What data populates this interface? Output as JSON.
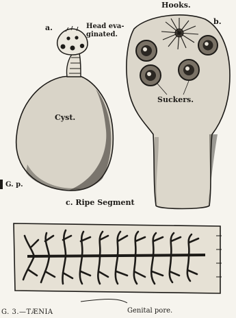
{
  "figure": {
    "label_a": "a.",
    "label_a_caption": "Head eva-\nginated.",
    "label_b": "b.",
    "label_hooks": "Hooks.",
    "label_suckers": "Suckers.",
    "label_cyst": "Cyst.",
    "label_c": "c. Ripe Segment",
    "label_gp": "G. p.",
    "label_genital_pore": "Genital pore.",
    "caption_fragment": "G. 3.—TÆNIA"
  }
}
